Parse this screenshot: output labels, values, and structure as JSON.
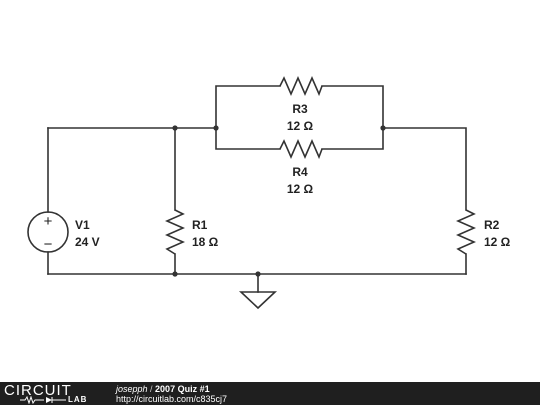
{
  "components": {
    "v1": {
      "name": "V1",
      "value": "24 V",
      "plus": "+",
      "minus": "−"
    },
    "r1": {
      "name": "R1",
      "value": "18 Ω"
    },
    "r2": {
      "name": "R2",
      "value": "12 Ω"
    },
    "r3": {
      "name": "R3",
      "value": "12 Ω"
    },
    "r4": {
      "name": "R4",
      "value": "12 Ω"
    }
  },
  "footer": {
    "logo_top": "CIRCUIT",
    "logo_bottom": "LAB",
    "author": "josepph",
    "separator": " / ",
    "title": "2007 Quiz #1",
    "url": "http://circuitlab.com/c835cj7"
  },
  "colors": {
    "wire": "#333333",
    "footer_bg": "#1f1f1f",
    "footer_text": "#ffffff"
  }
}
